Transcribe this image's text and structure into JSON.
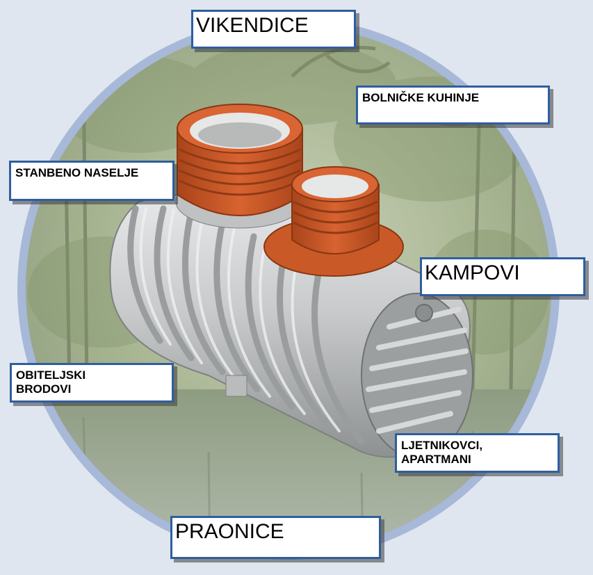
{
  "labels": {
    "vikendice": "VIKENDICE",
    "bolnicke_kuhinje": "BOLNIČKE KUHINJE",
    "stanbeno_naselje": "STANBENO NASELJE",
    "kampovi": "KAMPOVI",
    "obiteljski_brodovi": "OBITELJSKI\nBRODOVI",
    "ljetnikovci_apartmani": "LJETNIKOVCI,\nAPARTMANI",
    "praonice": "PRAONICE"
  },
  "colors": {
    "background": "#dfe6f0",
    "ring": "#a7b8d8",
    "label_border": "#2f5e9f",
    "tank_body": "#c9cbcc",
    "tank_neck": "#c2521e"
  }
}
